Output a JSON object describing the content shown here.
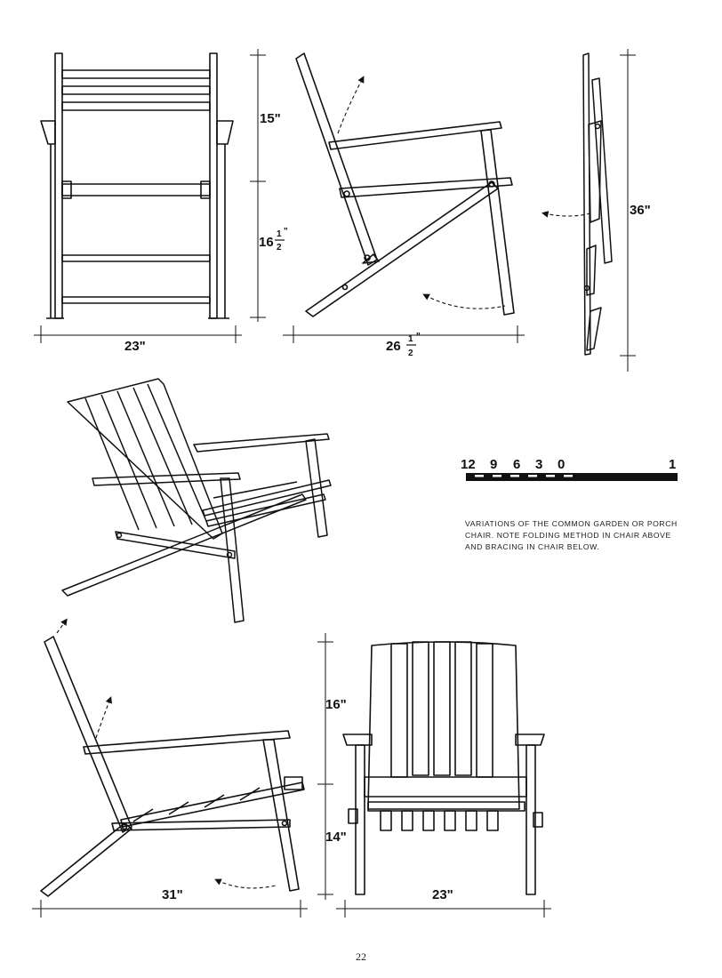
{
  "dimensions": {
    "front_chair_width": "23\"",
    "upper_height": "15\"",
    "seat_height_whole": "16",
    "seat_height_num": "1",
    "seat_height_den": "2",
    "side_depth_whole": "26",
    "side_depth_num": "1",
    "side_depth_den": "2",
    "folded_height": "36\"",
    "lower_depth": "31\"",
    "lower_back_height": "16\"",
    "lower_seat_height": "14\"",
    "lower_width": "23\""
  },
  "scale": {
    "labels": [
      "12",
      "9",
      "6",
      "3",
      "0",
      "1"
    ]
  },
  "caption": {
    "line1": "Variations of the common garden or porch",
    "line2": "chair. Note folding method in chair above",
    "line3": "and bracing in chair below."
  },
  "page": {
    "number": "22"
  }
}
